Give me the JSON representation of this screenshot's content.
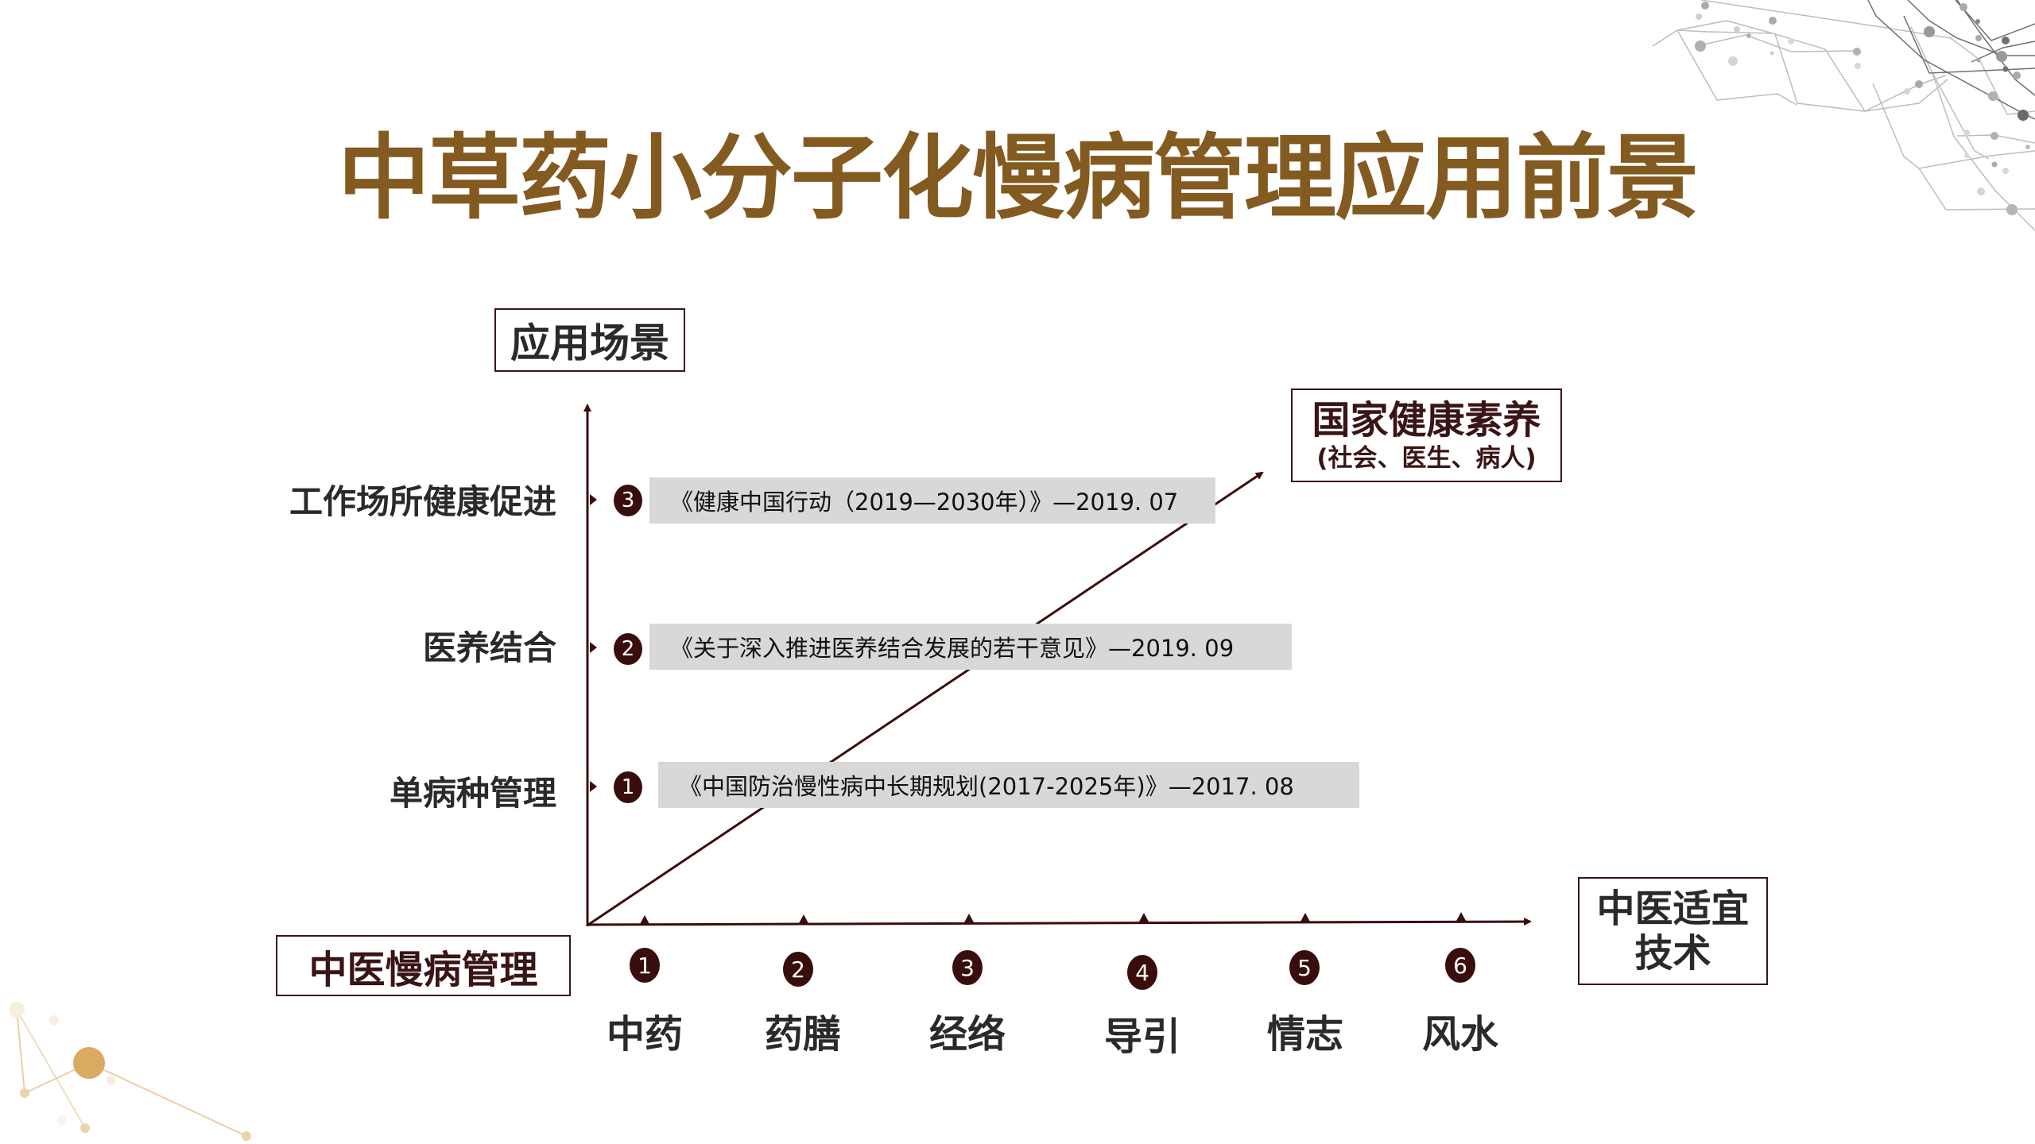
{
  "slide": {
    "title": "中草药小分子化慢病管理应用前景",
    "colors": {
      "title": "#835A20",
      "axis": "#3A0D0D",
      "box_border": "#3A1515",
      "policy_bg": "#D8D8D8",
      "decor_gray": "#9a9a9a",
      "decor_gold": "#DBAA63"
    }
  },
  "y_axis": {
    "label": "应用场景",
    "scenarios": [
      {
        "label": "单病种管理",
        "num": "1",
        "policy": "《中国防治慢性病中长期规划(2017-2025年)》—2017. 08"
      },
      {
        "label": "医养结合",
        "num": "2",
        "policy": "《关于深入推进医养结合发展的若干意见》—2019. 09"
      },
      {
        "label": "工作场所健康促进",
        "num": "3",
        "policy": "《健康中国行动（2019—2030年）》—2019. 07"
      }
    ]
  },
  "goal": {
    "line1": "国家健康素养",
    "line2": "(社会、医生、病人)"
  },
  "origin_label": "中医慢病管理",
  "x_axis": {
    "label_line1": "中医适宜",
    "label_line2": "技术",
    "techniques": [
      {
        "num": "1",
        "label": "中药"
      },
      {
        "num": "2",
        "label": "药膳"
      },
      {
        "num": "3",
        "label": "经络"
      },
      {
        "num": "4",
        "label": "导引"
      },
      {
        "num": "5",
        "label": "情志"
      },
      {
        "num": "6",
        "label": "风水"
      }
    ]
  },
  "chart_data": {
    "type": "diagram",
    "title": "中草药小分子化慢病管理应用前景",
    "xlabel": "中医适宜技术",
    "ylabel": "应用场景",
    "origin": "中医慢病管理",
    "x_categories": [
      "中药",
      "药膳",
      "经络",
      "导引",
      "情志",
      "风水"
    ],
    "y_categories": [
      "单病种管理",
      "医养结合",
      "工作场所健康促进"
    ],
    "policies": [
      {
        "level": 1,
        "text": "《中国防治慢性病中长期规划(2017-2025年)》",
        "date": "2017.08"
      },
      {
        "level": 2,
        "text": "《关于深入推进医养结合发展的若干意见》",
        "date": "2019.09"
      },
      {
        "level": 3,
        "text": "《健康中国行动（2019—2030年）》",
        "date": "2019.07"
      }
    ],
    "trend_arrow_target": "国家健康素养（社会、医生、病人）"
  }
}
